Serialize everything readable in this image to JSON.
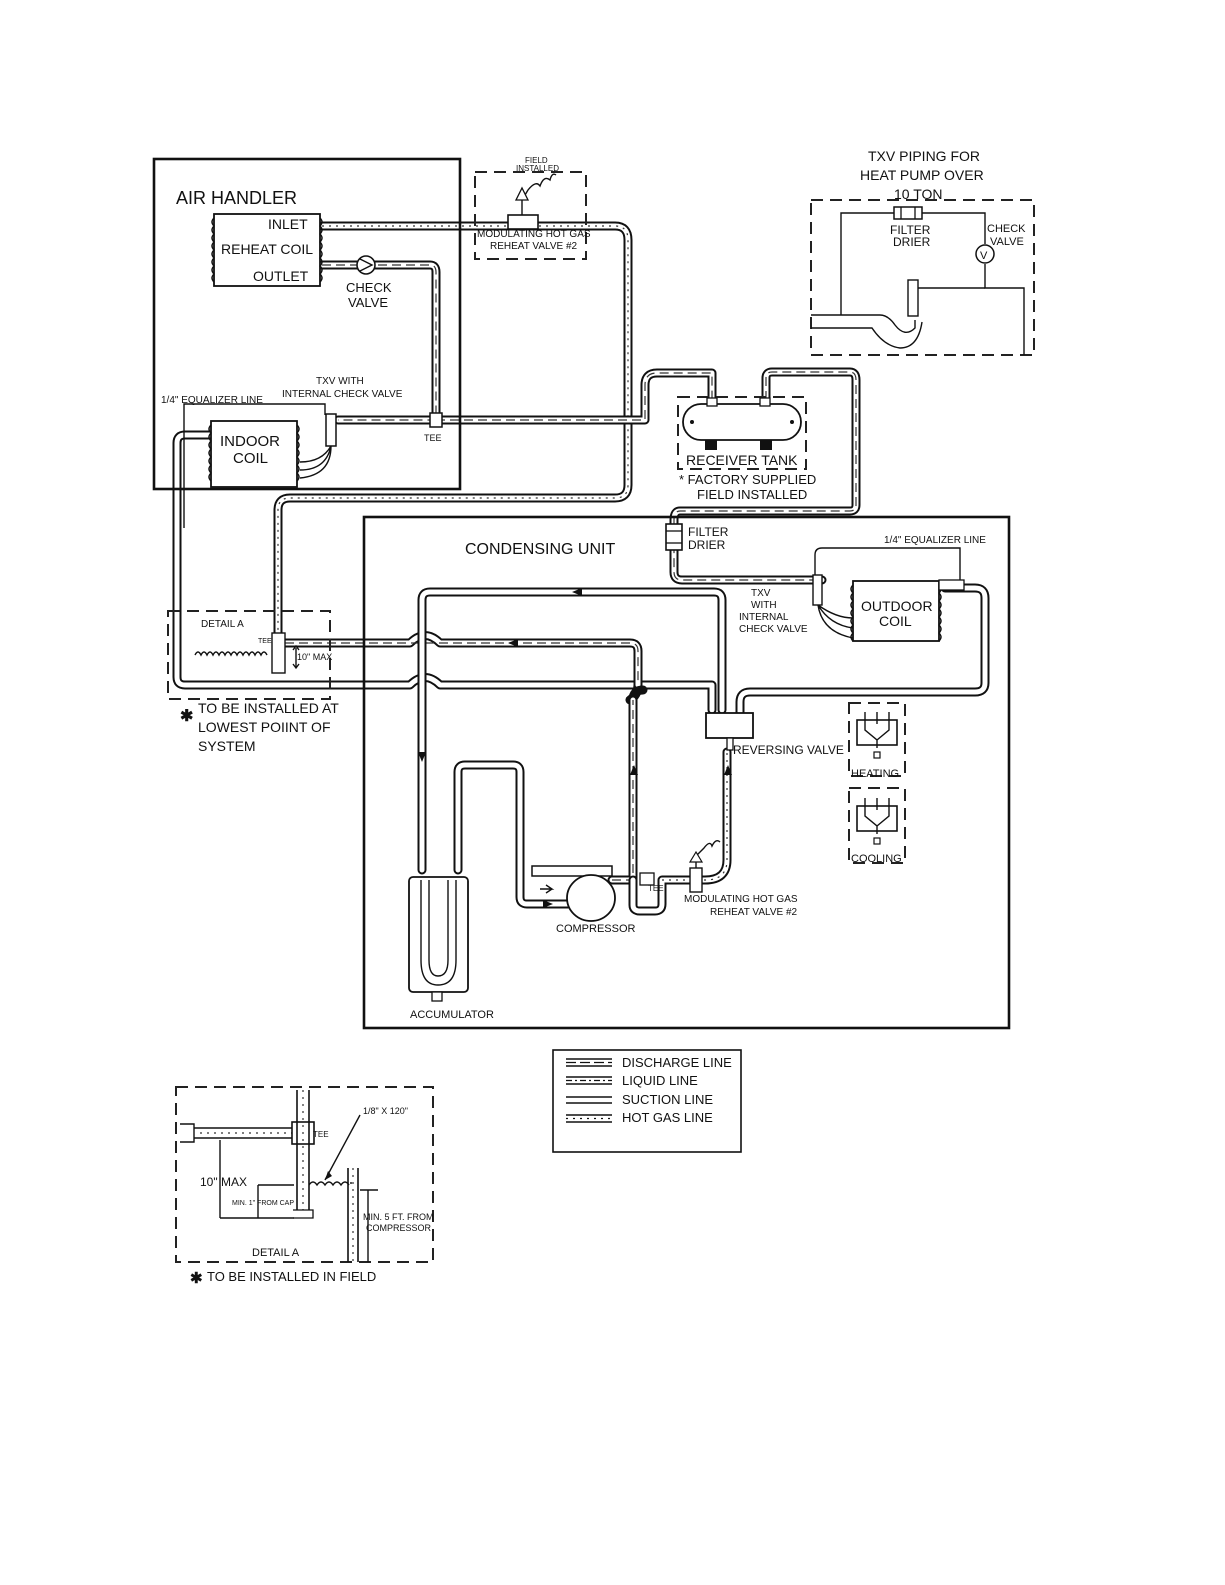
{
  "labels": {
    "air_handler": "AIR HANDLER",
    "inlet": "INLET",
    "reheat_coil": "REHEAT COIL",
    "outlet": "OUTLET",
    "check_valve_l1": "CHECK",
    "check_valve_l2": "VALVE",
    "field_installed_l1": "FIELD",
    "field_installed_l2": "INSTALLED",
    "mod_valve_top_l1": "MODULATING HOT GAS",
    "mod_valve_top_l2": "REHEAT VALVE #2",
    "equalizer_left": "1/4\" EQUALIZER LINE",
    "txv_internal_l1": "TXV WITH",
    "txv_internal_l2": "INTERNAL CHECK VALVE",
    "tee": "TEE",
    "indoor_coil_l1": "INDOOR",
    "indoor_coil_l2": "COIL",
    "receiver_tank": "RECEIVER TANK",
    "factory_supplied_l1": "* FACTORY SUPPLIED",
    "factory_supplied_l2": "FIELD INSTALLED",
    "filter_drier_l1": "FILTER",
    "filter_drier_l2": "DRIER",
    "condensing_unit": "CONDENSING UNIT",
    "equalizer_right": "1/4\" EQUALIZER LINE",
    "txv_right_l1": "TXV",
    "txv_right_l2": "WITH",
    "txv_right_l3": "INTERNAL",
    "txv_right_l4": "CHECK VALVE",
    "outdoor_coil_l1": "OUTDOOR",
    "outdoor_coil_l2": "COIL",
    "detail_a": "DETAIL A",
    "ten_max": "10\" MAX",
    "install_lowest_l1": "TO BE INSTALLED AT",
    "install_lowest_l2": "LOWEST POIINT OF",
    "install_lowest_l3": "SYSTEM",
    "reversing_valve": "REVERSING VALVE",
    "heating": "HEATING",
    "cooling": "COOLING",
    "compressor": "COMPRESSOR",
    "mod_valve_bottom_l1": "MODULATING HOT GAS",
    "mod_valve_bottom_l2": "REHEAT VALVE #2",
    "accumulator": "ACCUMULATOR",
    "txv_piping_l1": "TXV PIPING FOR",
    "txv_piping_l2": "HEAT  PUMP OVER",
    "txv_piping_l3": "10 TON",
    "inset_filter_l1": "FILTER",
    "inset_filter_l2": "DRIER",
    "inset_check_l1": "CHECK",
    "inset_check_l2": "VALVE",
    "inset_v": "V",
    "detail_cap": "1/8\" X 120\"",
    "detail_tee": "TEE",
    "detail_ten_max": "10\" MAX",
    "detail_min1": "MIN. 1\" FROM CAP",
    "detail_min5_l1": "MIN. 5 FT. FROM",
    "detail_min5_l2": "COMPRESSOR",
    "detail_a_bottom": "DETAIL A",
    "install_field": "TO BE INSTALLED IN FIELD",
    "asterisk": "✱"
  },
  "legend": {
    "discharge": "DISCHARGE LINE",
    "liquid": "LIQUID LINE",
    "suction": "SUCTION LINE",
    "hot_gas": "HOT GAS LINE"
  }
}
